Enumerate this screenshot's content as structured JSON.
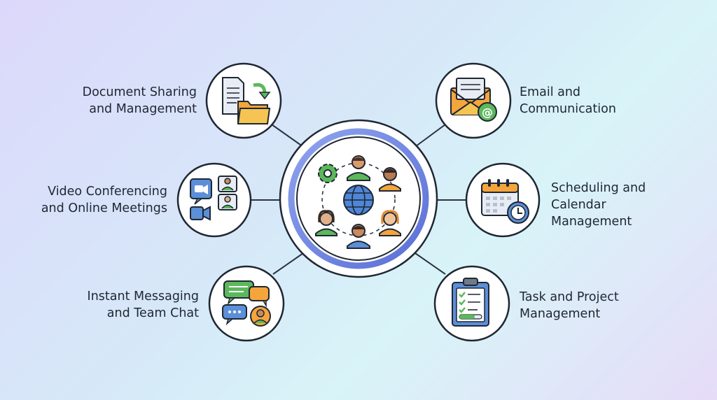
{
  "nodes": [
    {
      "id": "document-sharing",
      "lines": [
        "Document Sharing",
        "and Management"
      ],
      "icon": "document-folder-icon"
    },
    {
      "id": "video-conferencing",
      "lines": [
        "Video Conferencing",
        "and Online Meetings"
      ],
      "icon": "video-call-icon"
    },
    {
      "id": "instant-messaging",
      "lines": [
        "Instant Messaging",
        "and Team Chat"
      ],
      "icon": "chat-bubbles-icon"
    },
    {
      "id": "email",
      "lines": [
        "Email and",
        "Communication"
      ],
      "icon": "email-envelope-icon"
    },
    {
      "id": "scheduling",
      "lines": [
        "Scheduling and",
        "Calendar",
        "Management"
      ],
      "icon": "calendar-clock-icon"
    },
    {
      "id": "task-management",
      "lines": [
        "Task and Project",
        "Management"
      ],
      "icon": "clipboard-checklist-icon"
    }
  ],
  "hub": {
    "icon": "team-network-globe-icon"
  },
  "colors": {
    "outline": "#1f2733",
    "hub_ring": "#6f85e0",
    "blue": "#5b8fd8",
    "green": "#5cb85c",
    "orange": "#f4a53c",
    "yellow": "#f6c453"
  }
}
